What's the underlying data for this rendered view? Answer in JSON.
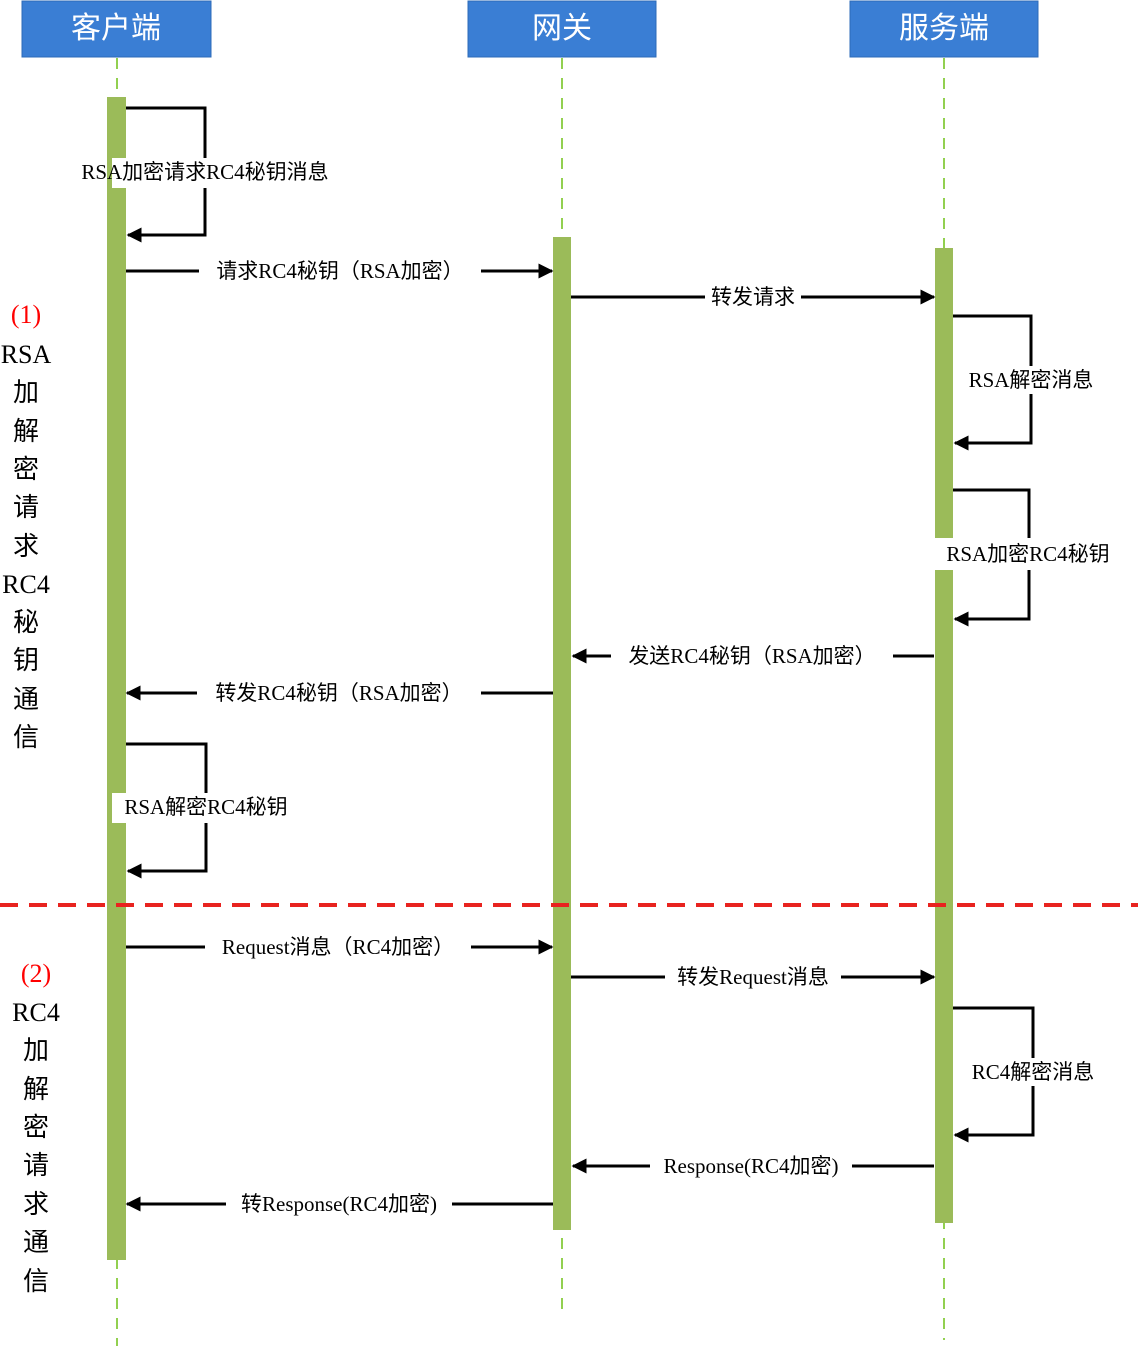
{
  "participants": {
    "client": "客户端",
    "gateway": "网关",
    "server": "服务端"
  },
  "phase1": {
    "number": "(1)",
    "lines": [
      "RSA",
      "加",
      "解",
      "密",
      "请",
      "求",
      "RC4",
      "秘",
      "钥",
      "通",
      "信"
    ]
  },
  "phase2": {
    "number": "(2)",
    "lines": [
      "RC4",
      "加",
      "解",
      "密",
      "请",
      "求",
      "通",
      "信"
    ]
  },
  "messages": {
    "client_self_encrypt": "RSA加密请求RC4秘钥消息",
    "client_request_key": "请求RC4秘钥（RSA加密）",
    "gateway_forward_request": "转发请求",
    "server_rsa_decrypt": "RSA解密消息",
    "server_rsa_encrypt_key": "RSA加密RC4秘钥",
    "server_send_key": "发送RC4秘钥（RSA加密）",
    "gateway_forward_key": "转发RC4秘钥（RSA加密）",
    "client_rsa_decrypt_key": "RSA解密RC4秘钥",
    "client_request_msg": "Request消息（RC4加密）",
    "gateway_forward_request_msg": "转发Request消息",
    "server_rc4_decrypt": "RC4解密消息",
    "server_response": "Response(RC4加密)",
    "gateway_forward_response": "转Response(RC4加密)"
  },
  "colors": {
    "header_fill": "#3a7ed4",
    "header_border": "#2c6bb8",
    "activation": "#9bbb59",
    "lifeline": "#92d050",
    "separator": "#e8231f",
    "phase_number": "#ff0000"
  }
}
